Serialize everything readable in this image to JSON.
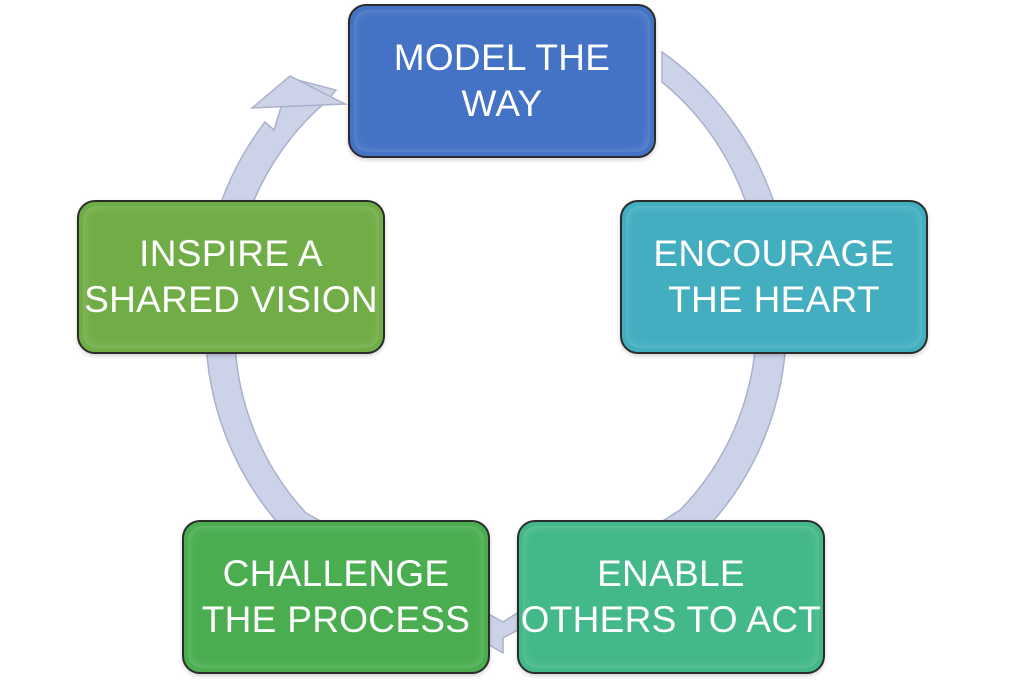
{
  "nodes": [
    {
      "id": "model-the-way",
      "lines": [
        "MODEL THE",
        "WAY"
      ],
      "color": "#4472c4"
    },
    {
      "id": "encourage-the-heart",
      "lines": [
        "ENCOURAGE",
        "THE HEART"
      ],
      "color": "#42aec0"
    },
    {
      "id": "enable-others-to-act",
      "lines": [
        "ENABLE",
        "OTHERS TO ACT"
      ],
      "color": "#43b889"
    },
    {
      "id": "challenge-the-process",
      "lines": [
        "CHALLENGE",
        "THE PROCESS"
      ],
      "color": "#4aae51"
    },
    {
      "id": "inspire-a-shared-vision",
      "lines": [
        "INSPIRE A",
        "SHARED VISION"
      ],
      "color": "#71ad47"
    }
  ],
  "cycle_arrow_color": "#ccd3e8",
  "cycle_arrow_stroke": "#a9b1cc"
}
